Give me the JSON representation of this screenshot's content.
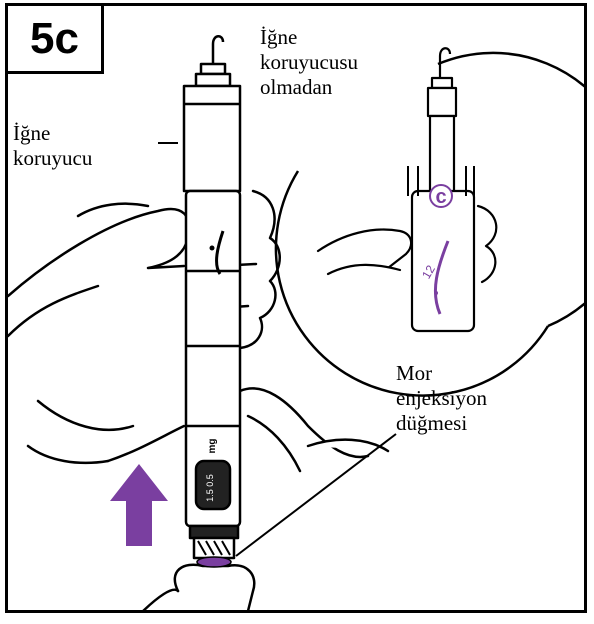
{
  "step": "5c",
  "labels": {
    "needle_guard": "İğne\nkoruyucu",
    "without_guard": "İğne\nkoruyucusu\nolmadan",
    "injection_button": "Mor\nenjeksiyon\ndüğmesi"
  },
  "inset": {
    "window_letter": "c",
    "dial_text": "12"
  },
  "pen": {
    "dose_window_text": "1.5 0.5",
    "cap_text": "mg"
  },
  "colors": {
    "accent": "#7a3fa0",
    "line": "#000000",
    "background": "#ffffff"
  }
}
